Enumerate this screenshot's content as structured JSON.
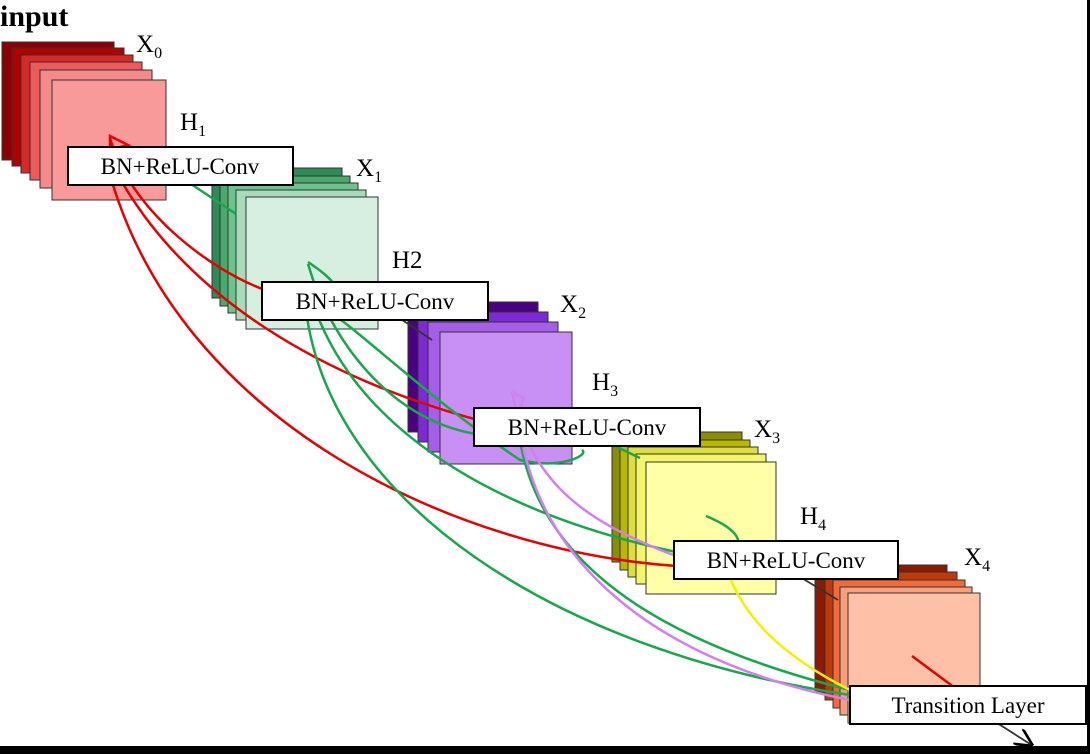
{
  "diagram": {
    "input_label": "input",
    "blocks": [
      {
        "id": "x0",
        "main": "X",
        "sub": "0",
        "colors": [
          "#8b0000",
          "#b00000",
          "#d42a2a",
          "#ee5a5a",
          "#f58a8a",
          "#f99a9a"
        ]
      },
      {
        "id": "x1",
        "main": "X",
        "sub": "1",
        "colors": [
          "#2e8b57",
          "#4aaa6e",
          "#6cc48c",
          "#a6dcb8",
          "#d6efe0"
        ]
      },
      {
        "id": "x2",
        "main": "X",
        "sub": "2",
        "colors": [
          "#4b0082",
          "#7d2ad4",
          "#a55ee8",
          "#c890f5"
        ]
      },
      {
        "id": "x3",
        "main": "X",
        "sub": "3",
        "colors": [
          "#8c8c00",
          "#b8b800",
          "#dede40",
          "#f5f56a",
          "#ffffa8"
        ]
      },
      {
        "id": "x4",
        "main": "X",
        "sub": "4",
        "colors": [
          "#8b1a00",
          "#c0390b",
          "#f06a3a",
          "#f5a07a",
          "#ffc0a8"
        ]
      }
    ],
    "layers": [
      {
        "id": "h1",
        "main": "H",
        "sub": "1",
        "box_label": "BN+ReLU-Conv"
      },
      {
        "id": "h2",
        "main": "H2",
        "sub": "",
        "box_label": "BN+ReLU-Conv"
      },
      {
        "id": "h3",
        "main": "H",
        "sub": "3",
        "box_label": "BN+ReLU-Conv"
      },
      {
        "id": "h4",
        "main": "H",
        "sub": "4",
        "box_label": "BN+ReLU-Conv"
      }
    ],
    "transition": {
      "box_label": "Transition Layer"
    },
    "connection_colors": {
      "from_x0": "#e60000",
      "from_x1": "#1aa64a",
      "from_x2": "#d27ff0",
      "from_x3": "#f2f200",
      "from_x4": "#e60000"
    }
  }
}
